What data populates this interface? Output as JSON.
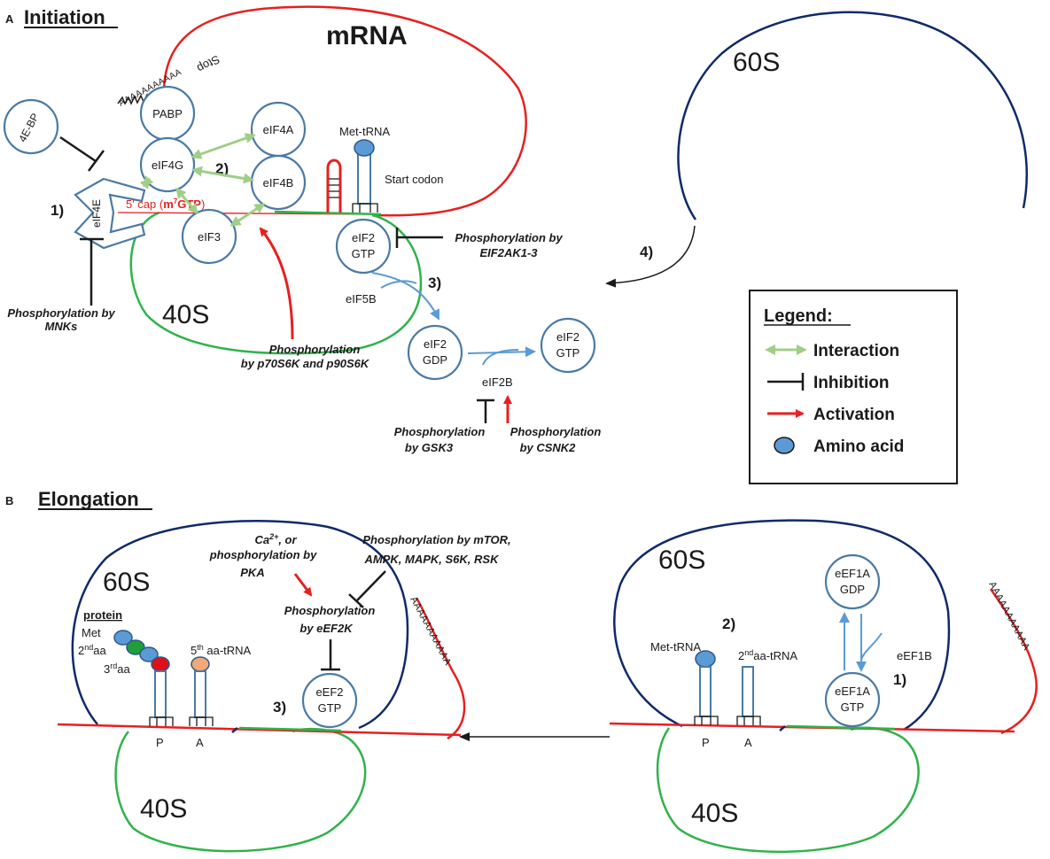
{
  "panelA": {
    "letter": "A",
    "title": "Initiation",
    "mrna": "mRNA",
    "stop": "Stop",
    "polyA": "AAAAAAAAAAA",
    "s60": "60S",
    "s40": "40S",
    "nodes": {
      "bp": "4E-BP",
      "pabp": "PABP",
      "eif4a": "eIF4A",
      "eif4g": "eIF4G",
      "eif4b": "eIF4B",
      "eif4e": "eIF4E",
      "eif3": "eIF3",
      "eif2": "eIF2",
      "gtp": "GTP",
      "gdp": "GDP",
      "eif5b": "eIF5B",
      "eif2b": "eIF2B"
    },
    "met_trna": "Met-tRNA",
    "start_codon": "Start codon",
    "cap_prefix": "5′ cap (",
    "cap_m": "m",
    "cap_sup": "7",
    "cap_gtp": "GTP",
    "cap_suffix": ")",
    "step1": "1)",
    "step2": "2)",
    "step3": "3)",
    "step4": "4)",
    "phos_mnk_1": "Phosphorylation by",
    "phos_mnk_2": "MNKs",
    "phos_s6k_1": "Phosphorylation",
    "phos_s6k_2": "by p70S6K and p90S6K",
    "phos_eif2ak_1": "Phosphorylation by",
    "phos_eif2ak_2": "EIF2AK1-3",
    "phos_gsk_1": "Phosphorylation",
    "phos_gsk_2": "by GSK3",
    "phos_csnk_1": "Phosphorylation",
    "phos_csnk_2": "by CSNK2"
  },
  "legend": {
    "title": "Legend:",
    "interaction": "Interaction",
    "inhibition": "Inhibition",
    "activation": "Activation",
    "amino_acid": "Amino acid"
  },
  "panelB": {
    "letter": "B",
    "title": "Elongation",
    "s60": "60S",
    "s40": "40S",
    "protein": "protein",
    "met": "Met",
    "aa2_n": "2",
    "aa2_sup": "nd",
    "aa2_t": "aa",
    "aa3_n": "3",
    "aa3_sup": "rd",
    "aa3_t": "aa",
    "aa5_n": "5",
    "aa5_sup": "th",
    "aa5_t": " aa-tRNA",
    "site_p": "P",
    "site_a": "A",
    "ca_1a": "Ca",
    "ca_1sup": "2+",
    "ca_1b": ", or",
    "ca_2": "phosphorylation by",
    "ca_3": "PKA",
    "mtor_1": "Phosphorylation by mTOR,",
    "mtor_2": "AMPK, MAPK, S6K, RSK",
    "eef2k_1": "Phosphorylation",
    "eef2k_2": "by eEF2K",
    "eef2": "eEF2",
    "gtp": "GTP",
    "gdp": "GDP",
    "step3": "3)",
    "step2": "2)",
    "step1": "1)",
    "met_trna": "Met-tRNA",
    "aa2r_n": "2",
    "aa2r_sup": "nd",
    "aa2r_t": "aa-tRNA",
    "eef1a": "eEF1A",
    "eef1b": "eEF1B",
    "polyA": "AAAAAAAAAAA"
  },
  "colors": {
    "navy": "#0f2a6b",
    "green": "#2fb34a",
    "red": "#e81f1f",
    "node_blue": "#4a7aa6",
    "interaction": "#9fcf86",
    "amino_blue": "#5b9bd5",
    "aa_green": "#1f9e3a",
    "aa_red": "#e0101a",
    "aa_orange": "#f2a877"
  }
}
